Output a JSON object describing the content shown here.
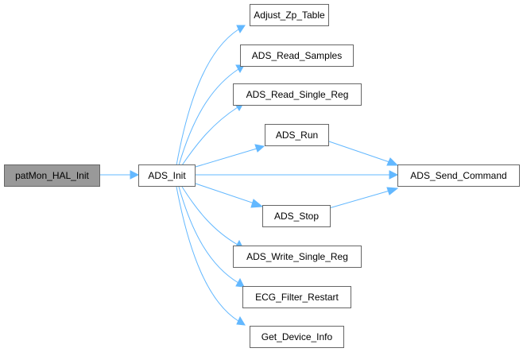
{
  "diagram": {
    "nodes": {
      "root": "patMon_HAL_Init",
      "ads_init": "ADS_Init",
      "adjust": "Adjust_Zp_Table",
      "read_samples": "ADS_Read_Samples",
      "read_single": "ADS_Read_Single_Reg",
      "run": "ADS_Run",
      "send": "ADS_Send_Command",
      "stop": "ADS_Stop",
      "write_single": "ADS_Write_Single_Reg",
      "ecg": "ECG_Filter_Restart",
      "dev_info": "Get_Device_Info"
    },
    "edges": [
      [
        "root",
        "ads_init"
      ],
      [
        "ads_init",
        "adjust"
      ],
      [
        "ads_init",
        "read_samples"
      ],
      [
        "ads_init",
        "read_single"
      ],
      [
        "ads_init",
        "run"
      ],
      [
        "ads_init",
        "send"
      ],
      [
        "ads_init",
        "stop"
      ],
      [
        "ads_init",
        "write_single"
      ],
      [
        "ads_init",
        "ecg"
      ],
      [
        "ads_init",
        "dev_info"
      ],
      [
        "run",
        "send"
      ],
      [
        "stop",
        "send"
      ]
    ],
    "colors": {
      "edge": "#63b8ff",
      "node_border": "#666666",
      "root_fill": "#999999",
      "node_fill": "#ffffff"
    }
  }
}
